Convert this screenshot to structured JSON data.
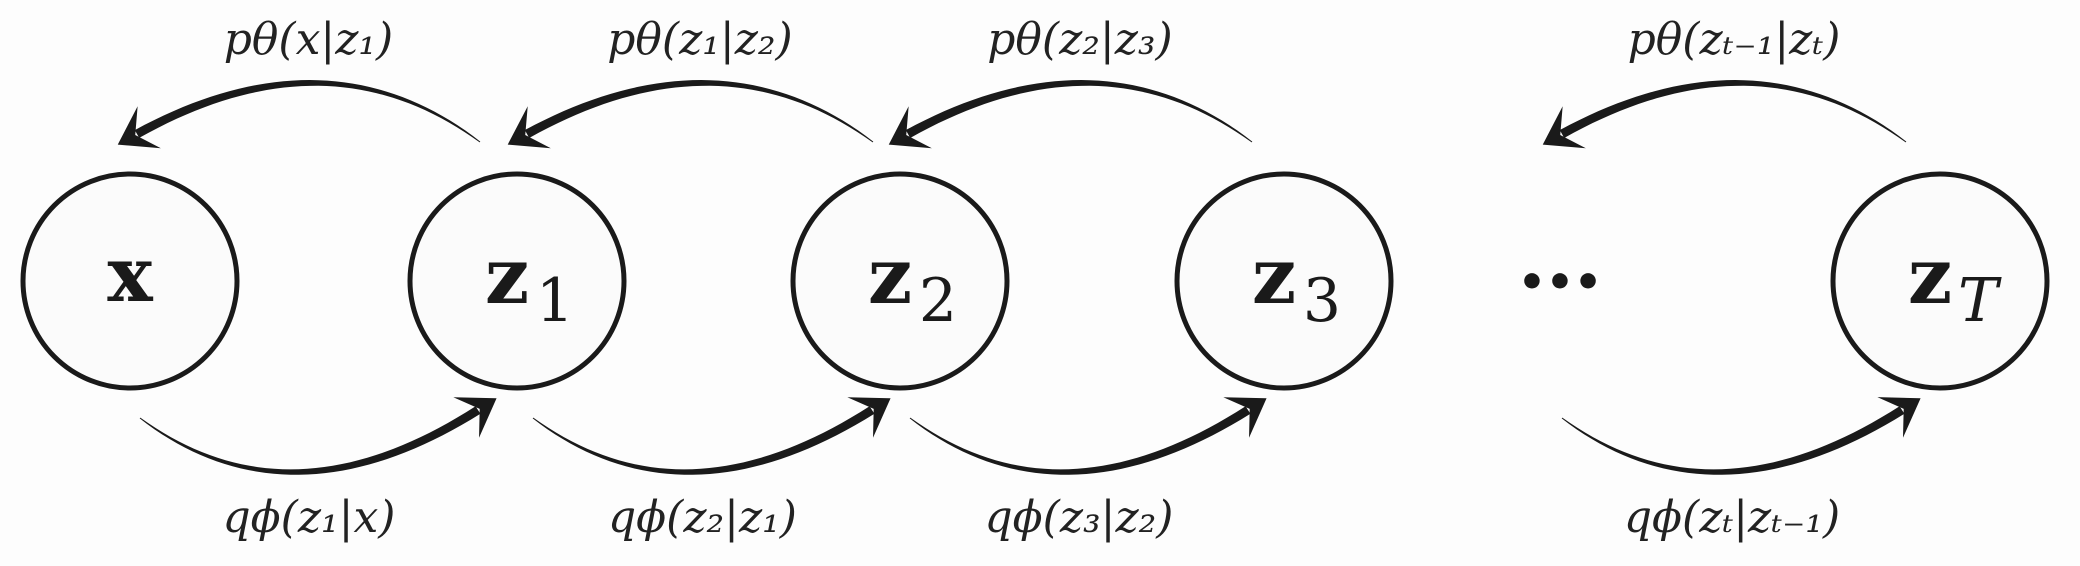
{
  "nodes": [
    {
      "id": "x",
      "main": "x",
      "sub": ""
    },
    {
      "id": "z1",
      "main": "z",
      "sub": "1"
    },
    {
      "id": "z2",
      "main": "z",
      "sub": "2"
    },
    {
      "id": "z3",
      "main": "z",
      "sub": "3"
    },
    {
      "id": "zT",
      "main": "z",
      "sub": "T"
    }
  ],
  "ellipsis": "•••",
  "generative_edges": [
    {
      "from": "z1",
      "to": "x",
      "label": "pθ(x|z₁)"
    },
    {
      "from": "z2",
      "to": "z1",
      "label": "pθ(z₁|z₂)"
    },
    {
      "from": "z3",
      "to": "z2",
      "label": "pθ(z₂|z₃)"
    },
    {
      "from": "zT",
      "to": "...",
      "label": "pθ(zₜ₋₁|zₜ)"
    }
  ],
  "inference_edges": [
    {
      "from": "x",
      "to": "z1",
      "label": "qϕ(z₁|x)"
    },
    {
      "from": "z1",
      "to": "z2",
      "label": "qϕ(z₂|z₁)"
    },
    {
      "from": "z2",
      "to": "z3",
      "label": "qϕ(z₃|z₂)"
    },
    {
      "from": "...",
      "to": "zT",
      "label": "qϕ(zₜ|zₜ₋₁)"
    }
  ],
  "colors": {
    "stroke": "#1a1a1a",
    "node_fill": "#fbfbfb",
    "background": "#fdfdfd"
  }
}
